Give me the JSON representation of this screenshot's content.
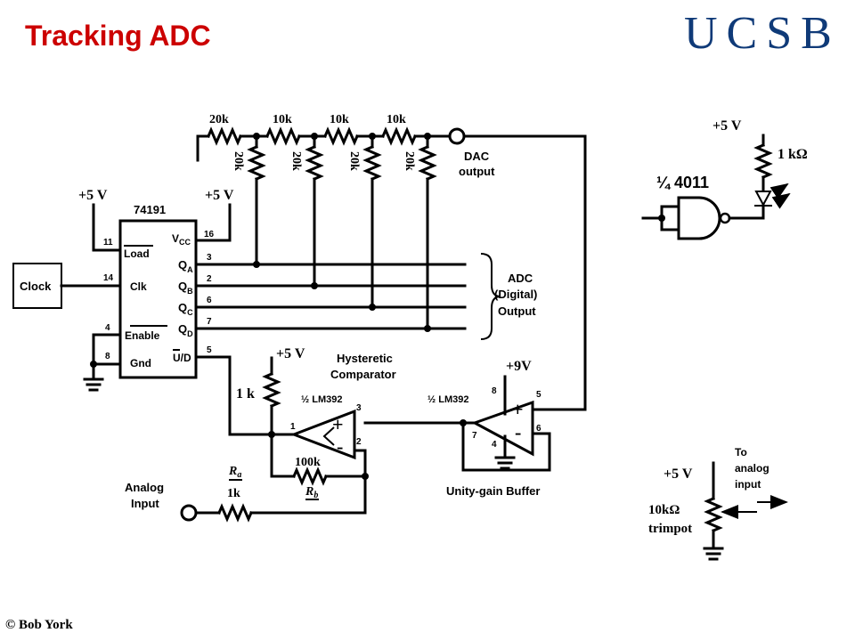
{
  "header": {
    "title": "Tracking ADC",
    "logo": "UCSB",
    "copyright": "© Bob York"
  },
  "ladder": {
    "series": [
      "20k",
      "10k",
      "10k",
      "10k"
    ],
    "shunt": [
      "20k",
      "20k",
      "20k",
      "20k"
    ],
    "output_label": [
      "DAC",
      "output"
    ]
  },
  "counter": {
    "part": "74191",
    "supply_left": "+5 V",
    "supply_right": "+5 V",
    "clock": "Clock",
    "pins_left": [
      "Load",
      "Clk",
      "Enable",
      "Gnd"
    ],
    "pins_left_numbers": [
      "11",
      "14",
      "4",
      "8"
    ],
    "pins_right_numbers": [
      "16",
      "3",
      "2",
      "6",
      "7",
      "5"
    ],
    "vcc": "V",
    "vcc_sub": "CC",
    "outputs": [
      "Q",
      "Q",
      "Q",
      "Q"
    ],
    "output_subs": [
      "A",
      "B",
      "C",
      "D"
    ],
    "updown": "U/D"
  },
  "adc_output": [
    "ADC",
    "(Digital)",
    "Output"
  ],
  "comparator": {
    "title": [
      "Hysteretic",
      "Comparator"
    ],
    "part": "½ LM392",
    "supply": "+5 V",
    "pullup": "1 k",
    "pins": [
      "3",
      "1",
      "2"
    ],
    "plus": "+",
    "minus": "-",
    "ra_label": "R",
    "ra_sub": "a",
    "ra_value": "1k",
    "rb_label": "R",
    "rb_sub": "b",
    "rb_value": "100k",
    "analog_input": [
      "Analog",
      "Input"
    ]
  },
  "buffer": {
    "title": "Unity-gain Buffer",
    "part": "½ LM392",
    "supply": "+9V",
    "pins": [
      "8",
      "5",
      "7",
      "6",
      "4"
    ],
    "plus": "+",
    "minus": "-"
  },
  "gate_circuit": {
    "gate": "¼ 4011",
    "supply": "+5 V",
    "resistor": "1 kΩ"
  },
  "trimpot": {
    "supply": "+5 V",
    "label": [
      "10kΩ",
      "trimpot"
    ],
    "to_label": [
      "To",
      "analog",
      "input"
    ]
  }
}
